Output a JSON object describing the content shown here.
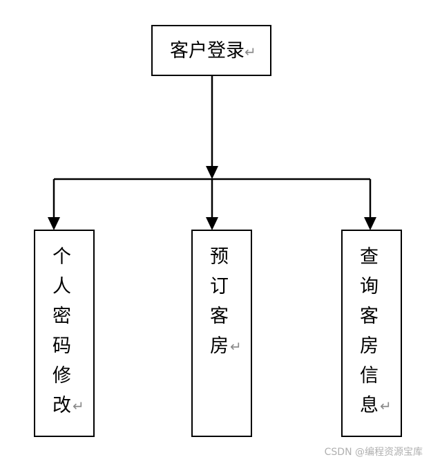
{
  "diagram": {
    "root": {
      "label": "客户登录",
      "return_mark": "↵"
    },
    "children": [
      {
        "label_chars": [
          "个",
          "人",
          "密",
          "码",
          "修",
          "改"
        ],
        "return_mark": "↵"
      },
      {
        "label_chars": [
          "预",
          "订",
          "客",
          "房"
        ],
        "return_mark": "↵"
      },
      {
        "label_chars": [
          "查",
          "询",
          "客",
          "房",
          "信",
          "息"
        ],
        "return_mark": "↵"
      }
    ],
    "colors": {
      "stroke": "#000000",
      "text": "#000000",
      "return_mark": "#8a8a8a"
    }
  },
  "watermark": "CSDN @编程资源宝库"
}
